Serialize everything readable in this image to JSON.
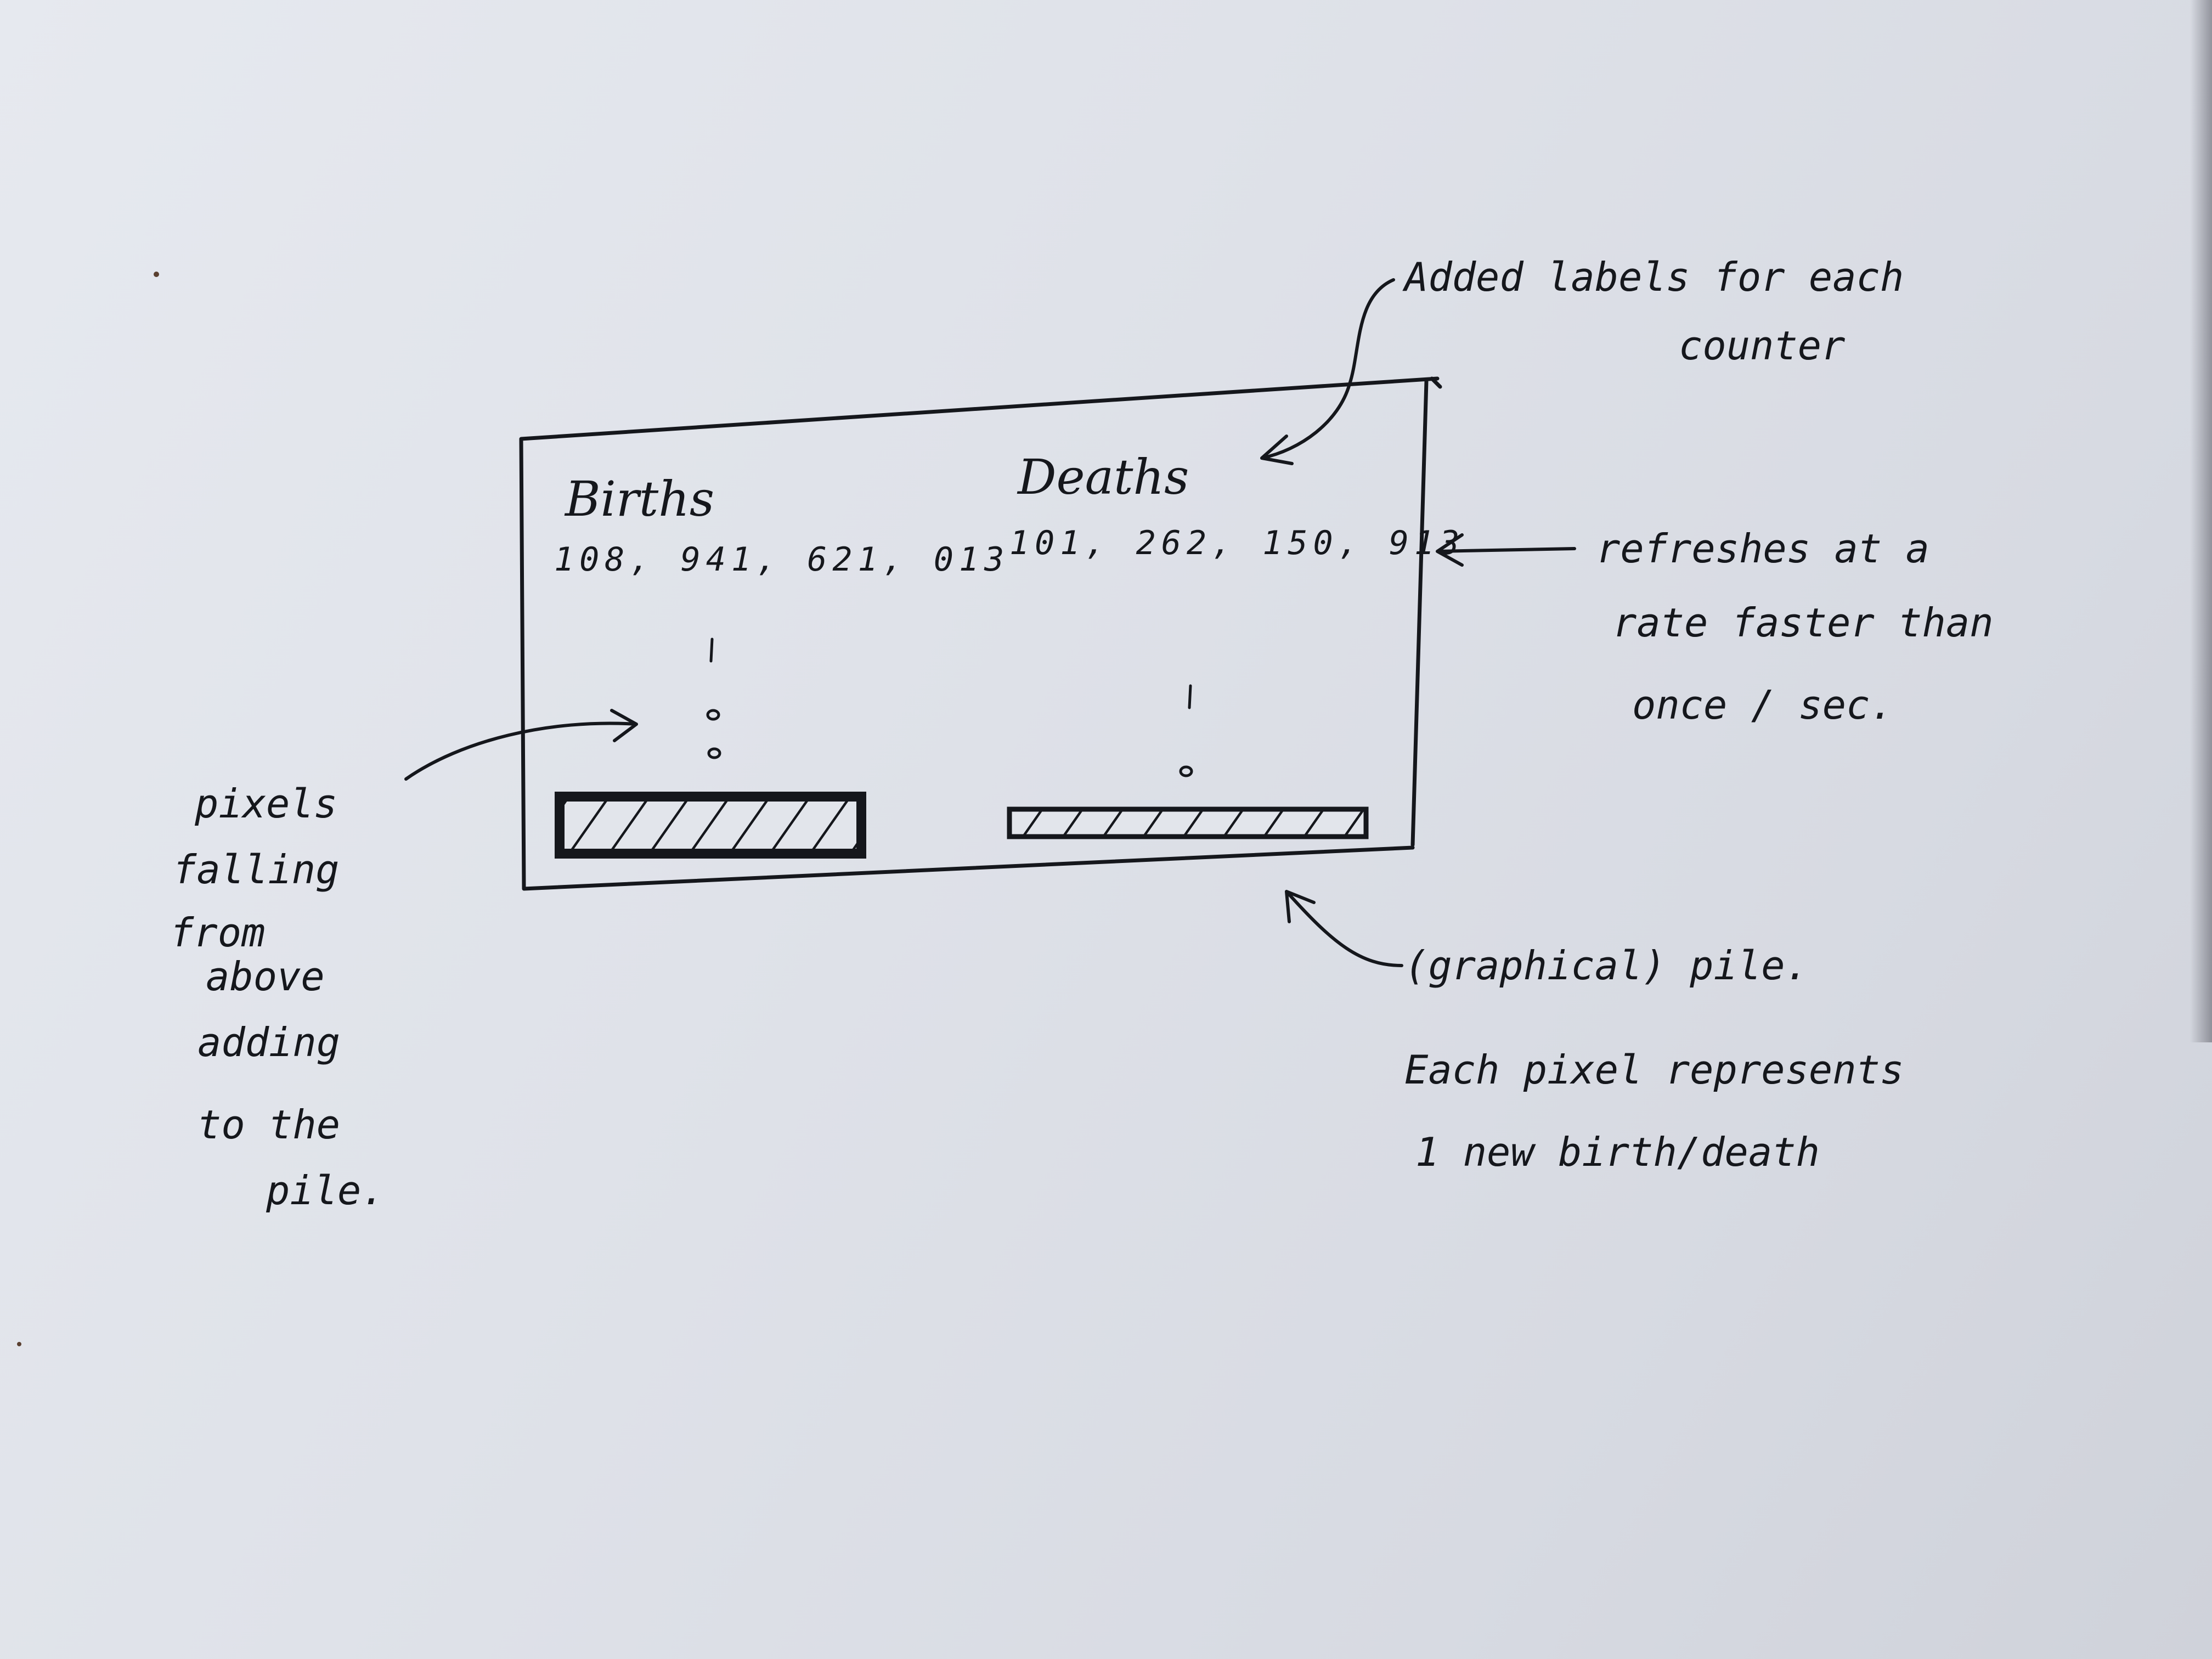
{
  "counters": {
    "births_label": "Births",
    "births_value": "108, 941, 621, 013",
    "deaths_label": "Deaths",
    "deaths_value": "101, 262, 150, 913"
  },
  "annotations": {
    "labels_note_line1": "Added labels for each",
    "labels_note_line2": "counter",
    "refresh_line1": "refreshes at a",
    "refresh_line2": "rate faster than",
    "refresh_line3": "once / sec.",
    "pixels_line1": "pixels",
    "pixels_line2": "falling",
    "pixels_line3": "from",
    "pixels_line4": "above",
    "pixels_line5": "adding",
    "pixels_line6": "to the",
    "pixels_line7": "pile.",
    "pile_line1": "(graphical) pile.",
    "pile_line2": "Each pixel represents",
    "pile_line3": "1 new birth/death"
  },
  "colors": {
    "ink": "#15171c",
    "paper": "#e2e5eb"
  }
}
